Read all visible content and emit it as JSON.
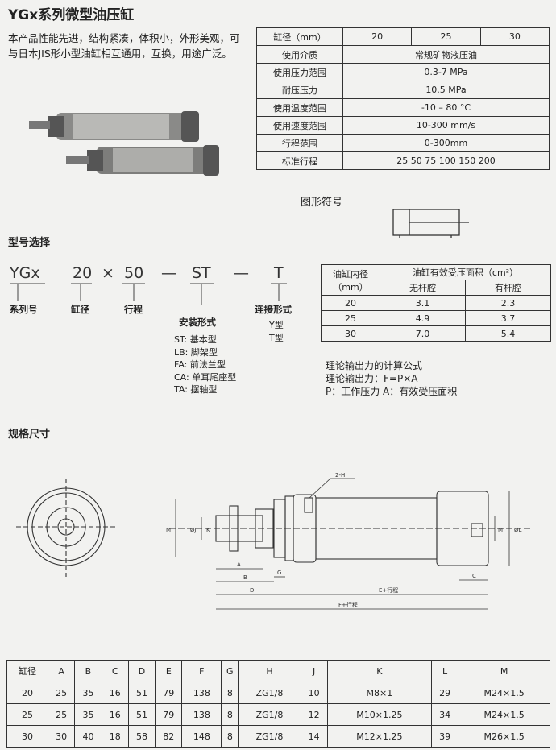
{
  "title": "YGx系列微型油压缸",
  "intro": "本产品性能先进，结构紧凑，体积小，外形美观，可与日本JIS形小型油缸相互通用，互换，用途广泛。",
  "spec_table": {
    "header": [
      "缸径（mm）",
      "20",
      "25",
      "30"
    ],
    "rows": [
      [
        "使用介质",
        "常规矿物液压油"
      ],
      [
        "使用压力范围",
        "0.3-7 MPa"
      ],
      [
        "耐压压力",
        "10.5 MPa"
      ],
      [
        "使用温度范围",
        "-10 – 80 °C"
      ],
      [
        "使用速度范围",
        "10-300 mm/s"
      ],
      [
        "行程范围",
        "0-300mm"
      ],
      [
        "标准行程",
        "25  50  75  100  150  200"
      ]
    ]
  },
  "symbol_title": "图形符号",
  "model_section": "型号选择",
  "model": {
    "parts": [
      "YGx",
      "20",
      "×",
      "50",
      "—",
      "ST",
      "—",
      "T"
    ],
    "labels": [
      "系列号",
      "缸径",
      "行程",
      "安装形式",
      "连接形式"
    ],
    "conn_types": [
      "Y型",
      "T型"
    ],
    "mount_types": [
      "ST: 基本型",
      "LB: 脚架型",
      "FA: 前法兰型",
      "CA: 单耳尾座型",
      "TA: 摆轴型"
    ]
  },
  "area_table": {
    "h1": "油缸内径（mm）",
    "h2": "油缸有效受压面积（cm²）",
    "h3": [
      "无杆腔",
      "有杆腔"
    ],
    "rows": [
      [
        "20",
        "3.1",
        "2.3"
      ],
      [
        "25",
        "4.9",
        "3.7"
      ],
      [
        "30",
        "7.0",
        "5.4"
      ]
    ]
  },
  "formula": {
    "line1": "理论输出力的计算公式",
    "line2": "理论输出力：F=P×A",
    "line3": "P：工作压力    A：有效受压面积"
  },
  "dims_section": "规格尺寸",
  "drawing_labels": [
    "2-H",
    "M",
    "ØJ",
    "K",
    "A",
    "B",
    "G",
    "D",
    "E+行程",
    "F+行程",
    "C",
    "M",
    "ØL"
  ],
  "dims_table": {
    "header": [
      "缸径",
      "A",
      "B",
      "C",
      "D",
      "E",
      "F",
      "G",
      "H",
      "J",
      "K",
      "L",
      "M"
    ],
    "rows": [
      [
        "20",
        "25",
        "35",
        "16",
        "51",
        "79",
        "138",
        "8",
        "ZG1/8",
        "10",
        "M8×1",
        "29",
        "M24×1.5"
      ],
      [
        "25",
        "25",
        "35",
        "16",
        "51",
        "79",
        "138",
        "8",
        "ZG1/8",
        "12",
        "M10×1.25",
        "34",
        "M24×1.5"
      ],
      [
        "30",
        "30",
        "40",
        "18",
        "58",
        "82",
        "148",
        "8",
        "ZG1/8",
        "14",
        "M12×1.25",
        "39",
        "M26×1.5"
      ]
    ]
  }
}
